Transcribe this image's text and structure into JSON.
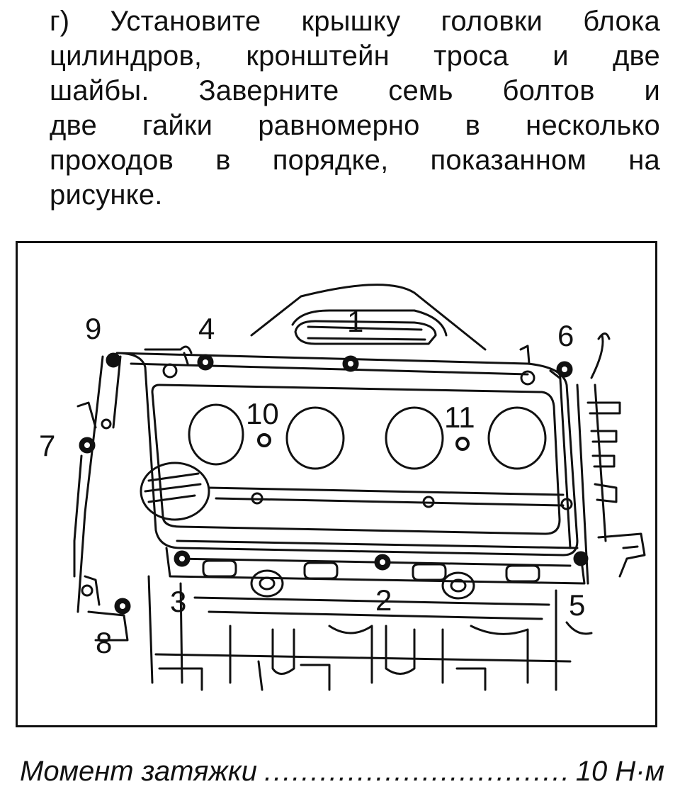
{
  "instruction": {
    "lines": [
      "г) Установите крышку головки блока",
      "цилиндров, кронштейн троса и две",
      "шайбы. Заверните семь болтов и",
      "две гайки равномерно в несколько",
      "проходов в порядке, показанном на",
      "рисунке."
    ]
  },
  "diagram": {
    "callouts": [
      "1",
      "2",
      "3",
      "4",
      "5",
      "6",
      "7",
      "8",
      "9",
      "10",
      "11"
    ]
  },
  "torque": {
    "label": "Момент затяжки",
    "value": "10 Н·м"
  }
}
